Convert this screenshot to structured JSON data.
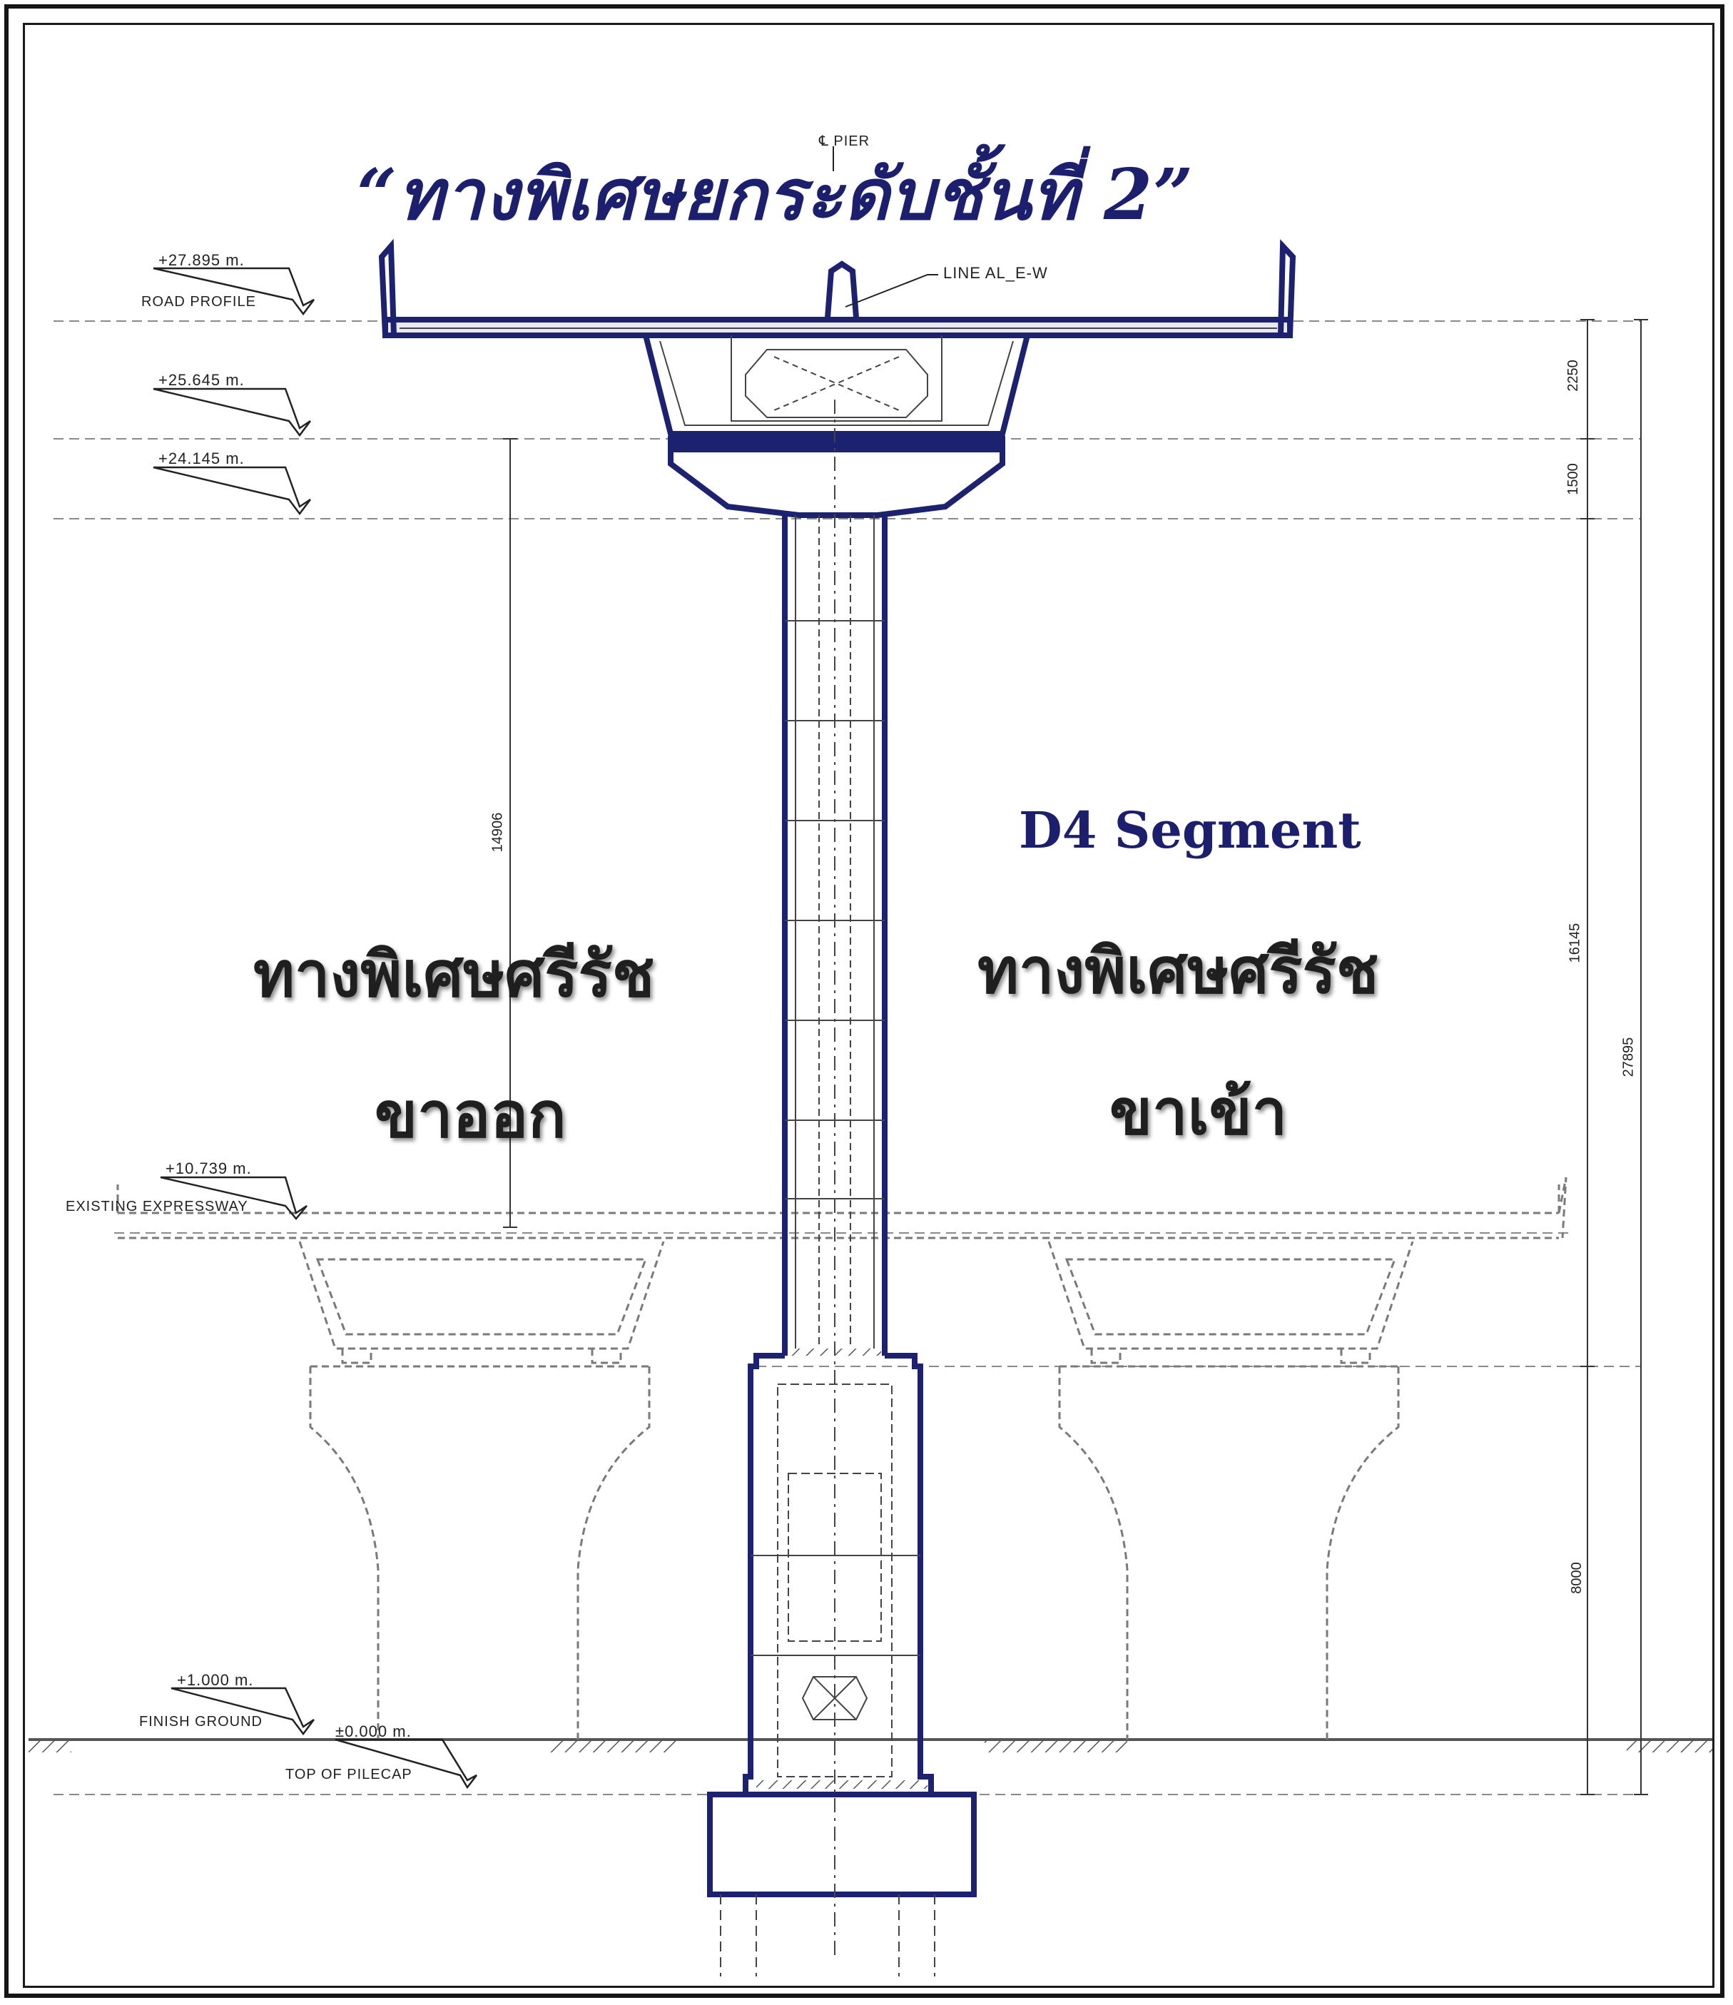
{
  "title": "“ทางพิเศษยกระดับชั้นที่ 2”",
  "segment_label": "D4 Segment",
  "left_label": {
    "line1": "ทางพิเศษศรีรัช",
    "line2": "ขาออก"
  },
  "right_label": {
    "line1": "ทางพิเศษศรีรัช",
    "line2": "ขาเข้า"
  },
  "annotations": {
    "pier_centerline": "℄ PIER",
    "line_align": "LINE AL_E-W"
  },
  "elevations": [
    {
      "value": "+27.895 m.",
      "caption": "ROAD PROFILE"
    },
    {
      "value": "+25.645 m.",
      "caption": ""
    },
    {
      "value": "+24.145 m.",
      "caption": ""
    },
    {
      "value": "+10.739 m.",
      "caption": "EXISTING EXPRESSWAY"
    },
    {
      "value": "+1.000 m.",
      "caption": "FINISH GROUND"
    },
    {
      "value": "±0.000 m.",
      "caption": "TOP OF PILECAP"
    }
  ],
  "dimensions": {
    "deck_depth": "2250",
    "crosshead_depth": "1500",
    "clearance": "14906",
    "pier_height": "16145",
    "total_height": "27895",
    "lower_height": "8000"
  },
  "colors": {
    "title": "#1b1f6e",
    "new_structure_outline": "#1c2170",
    "existing_structure": "#7a7a7a",
    "text": "#1f1f1f"
  }
}
